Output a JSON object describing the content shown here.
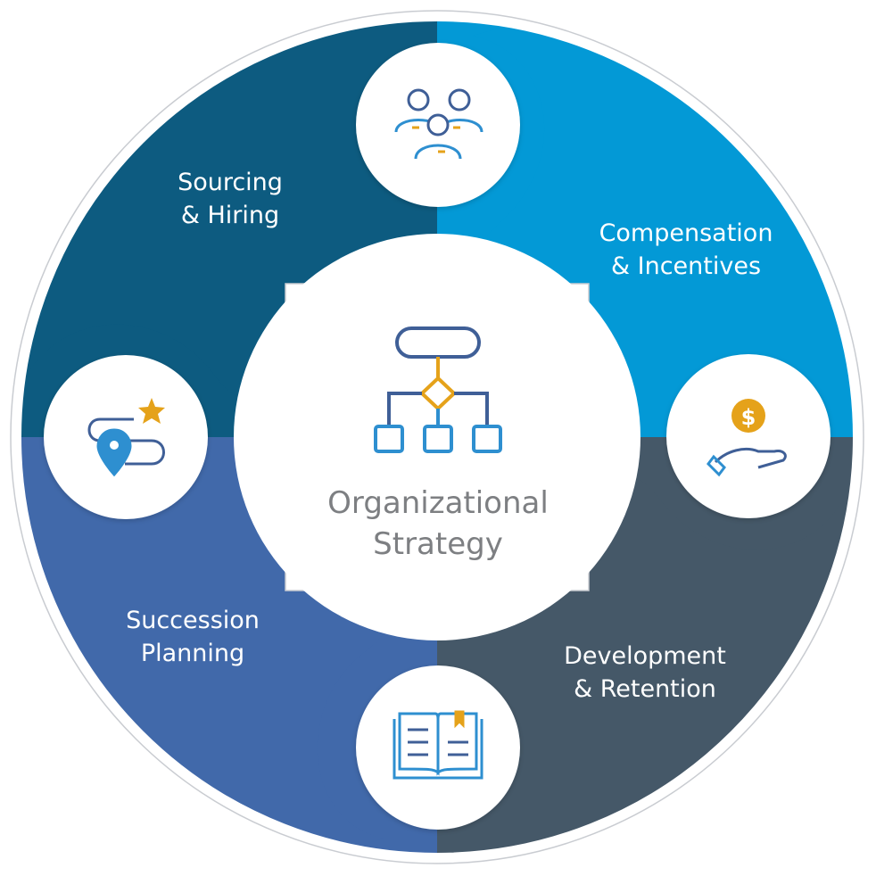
{
  "center": {
    "line1": "Organizational",
    "line2": "Strategy"
  },
  "segments": [
    {
      "id": "sourcing",
      "line1": "Sourcing",
      "line2": "& Hiring",
      "color": "#0d5b80",
      "icon": "people-group-icon"
    },
    {
      "id": "compensation",
      "line1": "Compensation",
      "line2": "& Incentives",
      "color": "#0399d6",
      "icon": "hand-coin-icon"
    },
    {
      "id": "development",
      "line1": "Development",
      "line2": "& Retention",
      "color": "#455868",
      "icon": "open-book-icon"
    },
    {
      "id": "succession",
      "line1": "Succession",
      "line2": "Planning",
      "color": "#4169aa",
      "icon": "career-path-icon"
    }
  ],
  "colors": {
    "icon_blue": "#2e8fd0",
    "icon_navy": "#3f5f97",
    "icon_gold": "#e5a21a",
    "ring_outline": "#c9ccd1"
  }
}
